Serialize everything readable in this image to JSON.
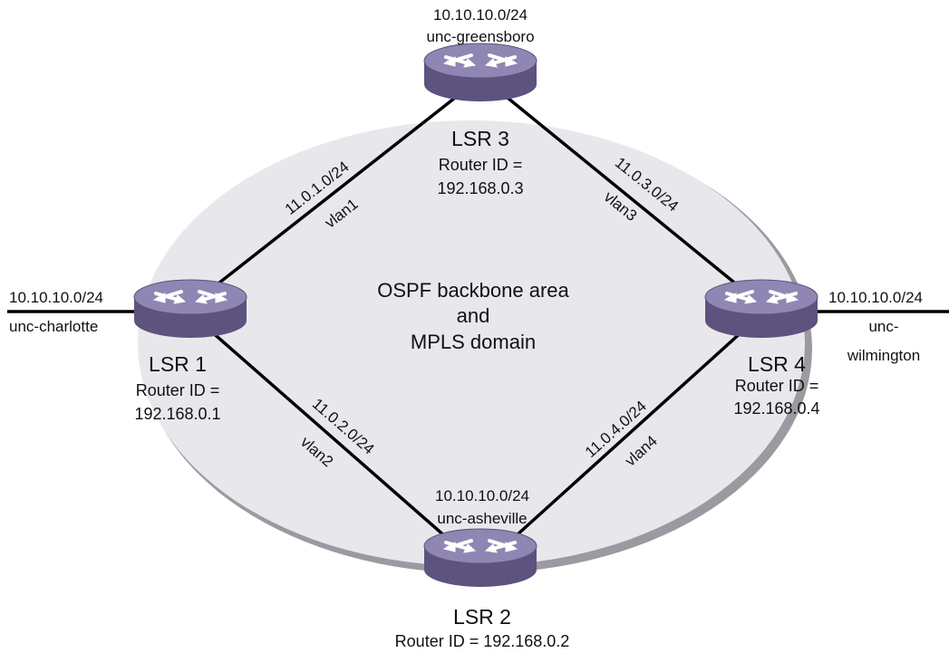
{
  "center_label": [
    "OSPF backbone area",
    "and",
    "MPLS domain"
  ],
  "colors": {
    "area_fill": "#e8e8ec",
    "area_shadow": "#9a9aa0",
    "router_top": "#8f86b4",
    "router_side": "#5e527f",
    "router_symbol": "#ffffff",
    "link": "#000000"
  },
  "routers": [
    {
      "id": "lsr1",
      "name": "LSR 1",
      "router_id_lines": [
        "Router ID =",
        "192.168.0.1"
      ],
      "network": "10.10.10.0/24",
      "site": "unc-charlotte"
    },
    {
      "id": "lsr2",
      "name": "LSR 2",
      "router_id_lines": [
        "Router ID = 192.168.0.2"
      ],
      "network": "10.10.10.0/24",
      "site": "unc-asheville"
    },
    {
      "id": "lsr3",
      "name": "LSR 3",
      "router_id_lines": [
        "Router ID =",
        "192.168.0.3"
      ],
      "network": "10.10.10.0/24",
      "site": "unc-greensboro"
    },
    {
      "id": "lsr4",
      "name": "LSR 4",
      "router_id_lines": [
        "Router ID =",
        "192.168.0.4"
      ],
      "network": "10.10.10.0/24",
      "site_lines": [
        "unc-",
        "wilmington"
      ]
    }
  ],
  "links": [
    {
      "from": "lsr1",
      "to": "lsr3",
      "subnet": "11.0.1.0/24",
      "vlan": "vlan1"
    },
    {
      "from": "lsr1",
      "to": "lsr2",
      "subnet": "11.0.2.0/24",
      "vlan": "vlan2"
    },
    {
      "from": "lsr3",
      "to": "lsr4",
      "subnet": "11.0.3.0/24",
      "vlan": "vlan3"
    },
    {
      "from": "lsr2",
      "to": "lsr4",
      "subnet": "11.0.4.0/24",
      "vlan": "vlan4"
    }
  ]
}
